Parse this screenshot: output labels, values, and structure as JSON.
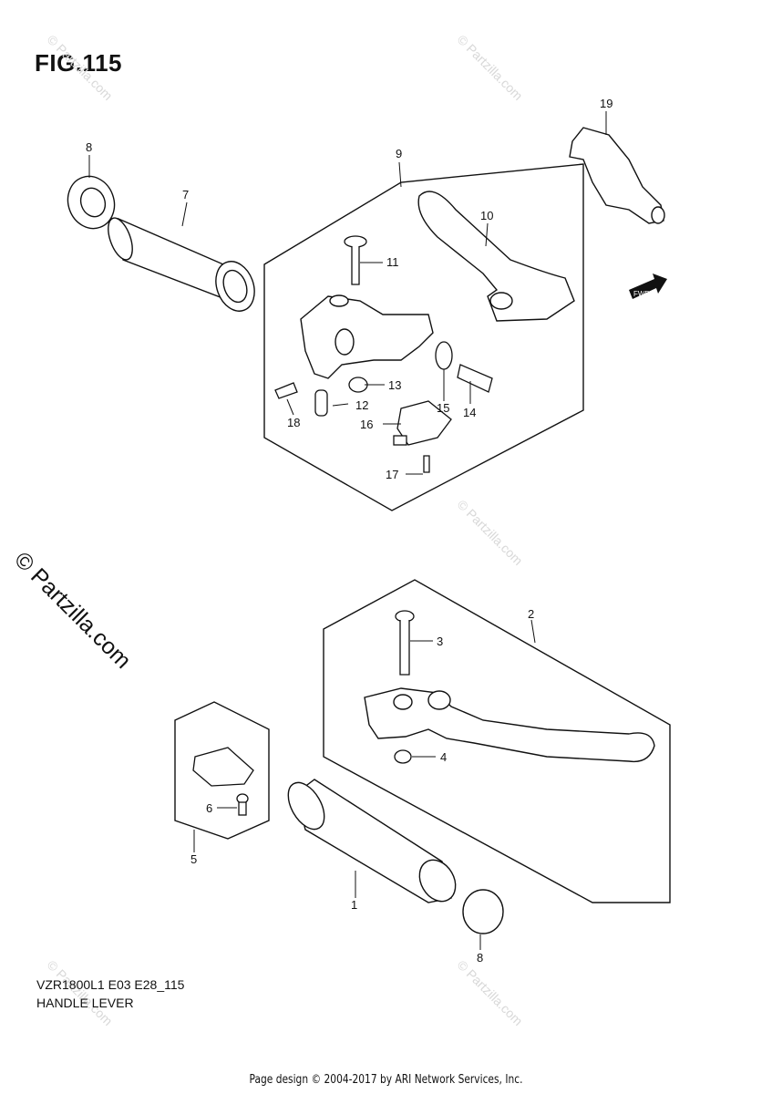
{
  "figure": {
    "title": "FIG.115",
    "model_code": "VZR1800L1 E03 E28_115",
    "subtitle": "HANDLE LEVER",
    "footer": "Page design © 2004-2017 by ARI Network Services, Inc."
  },
  "watermark": {
    "main": "© Partzilla.com",
    "faint": "© Partzilla.com"
  },
  "callouts": {
    "c1": "1",
    "c2": "2",
    "c3": "3",
    "c4": "4",
    "c5": "5",
    "c6": "6",
    "c7": "7",
    "c8a": "8",
    "c8b": "8",
    "c9": "9",
    "c10": "10",
    "c11": "11",
    "c12": "12",
    "c13": "13",
    "c14": "14",
    "c15": "15",
    "c16": "16",
    "c17": "17",
    "c18": "18",
    "c19": "19"
  },
  "fwd_label": "FWD",
  "colors": {
    "line": "#111111",
    "watermark_faint": "#d8d8d8"
  }
}
